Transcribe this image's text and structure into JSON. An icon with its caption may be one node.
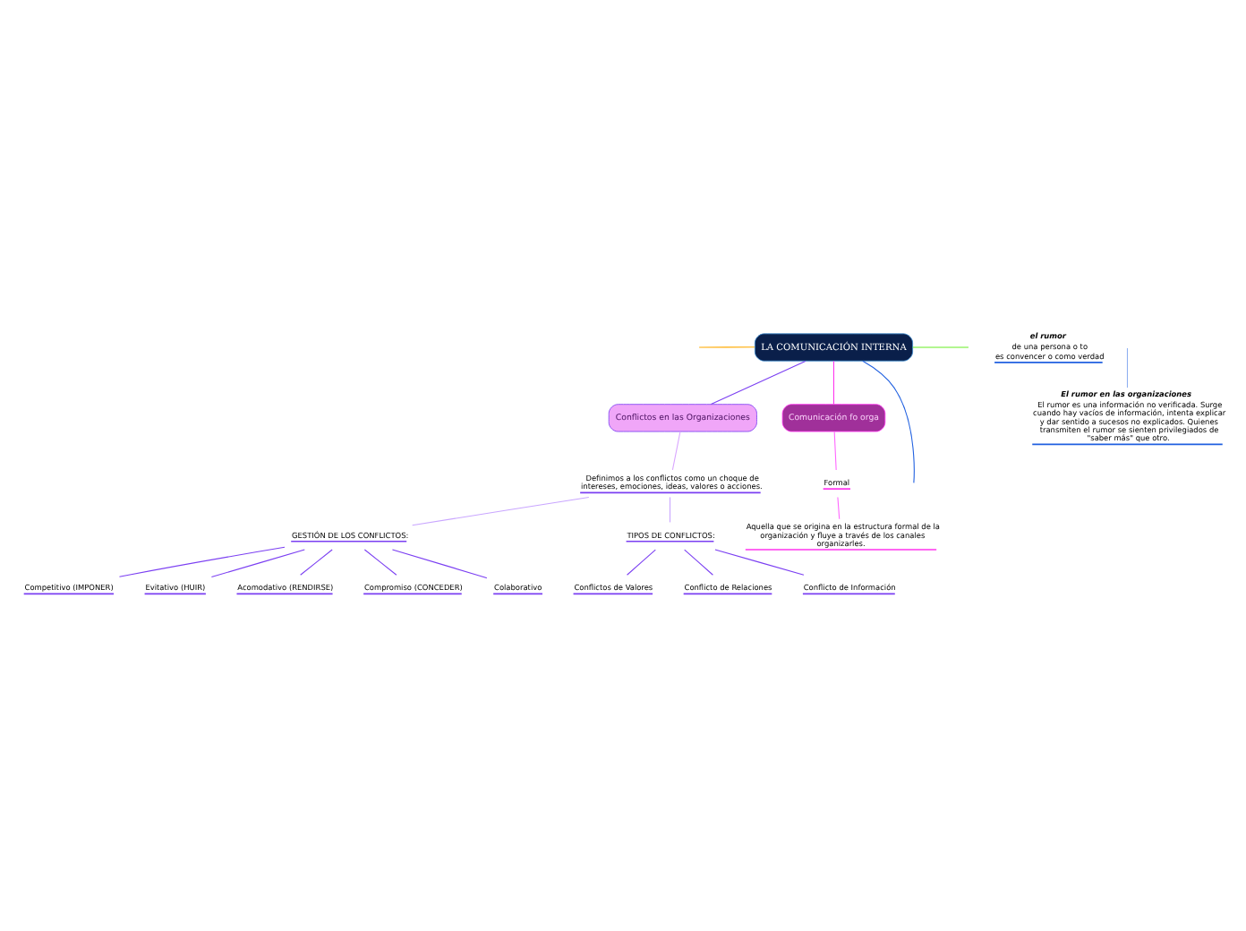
{
  "diagram": {
    "nodes": [
      {
        "text": [
          "LA COMUNICACIÓN INTERNA"
        ]
      },
      {
        "text": [
          "Conflictos en las Organizaciones"
        ]
      },
      {
        "text": [
          "Definimos a los conflictos como un choque de intereses, emociones, ideas, valores o acciones."
        ]
      },
      {
        "text": [
          "GESTIÓN DE LOS CONFLICTOS:"
        ]
      },
      {
        "text": [
          "TIPOS DE CONFLICTOS:"
        ]
      },
      {
        "text": [
          "Competitivo (IMPONER)"
        ]
      },
      {
        "text": [
          "Evitativo (HUIR)"
        ]
      },
      {
        "text": [
          "Acomodativo (RENDIRSE)"
        ]
      },
      {
        "text": [
          "Compromiso (CONCEDER)"
        ]
      },
      {
        "text": [
          "Colaborativo"
        ]
      },
      {
        "text": [
          "Conflictos de Valores"
        ]
      },
      {
        "text": [
          "Conflicto de Relaciones"
        ]
      },
      {
        "text": [
          "Conflicto de Información"
        ]
      },
      {
        "text": [
          "el rumor",
          "de una persona o to",
          "es convencer o como verdad"
        ]
      },
      {
        "text": [
          "El rumor en las organizaciones",
          "El rumor es una información no verificada. Surge cuando hay vacíos de información, intenta explicar y dar sentido a sucesos no explicados. Quienes transmiten el rumor se sienten privilegiados de \"saber más\" que otro."
        ]
      },
      {
        "text": [
          "Comunicación fo orga"
        ]
      },
      {
        "text": [
          "Formal"
        ]
      },
      {
        "text": [
          "Aquella que se origina en la estructura formal de la organización y fluye a través de los canales organizarles."
        ]
      }
    ],
    "edges": [
      {
        "from": 0,
        "to": 1,
        "arrow": "none"
      },
      {
        "from": 1,
        "to": 2,
        "arrow": "none",
        "color": "#d9a6ff"
      },
      {
        "from": 2,
        "to": 3,
        "arrow": "none",
        "color": "#c9a6ff"
      },
      {
        "from": 2,
        "to": 4,
        "arrow": "none",
        "color": "#c9a6ff"
      },
      {
        "from": 3,
        "to": 5,
        "arrow": "none"
      },
      {
        "from": 3,
        "to": 6,
        "arrow": "none"
      },
      {
        "from": 3,
        "to": 7,
        "arrow": "none"
      },
      {
        "from": 3,
        "to": 8,
        "arrow": "none"
      },
      {
        "from": 3,
        "to": 9,
        "arrow": "none"
      },
      {
        "from": 4,
        "to": 10,
        "arrow": "none"
      },
      {
        "from": 4,
        "to": 11,
        "arrow": "none"
      },
      {
        "from": 4,
        "to": 12,
        "arrow": "none"
      },
      {
        "from": 0,
        "to": null,
        "arrow": "none",
        "color": "#2060e0"
      },
      {
        "from": null,
        "to": 14,
        "arrow": "none",
        "color": "#8fb0f0"
      },
      {
        "from": 0,
        "to": 15,
        "arrow": "none",
        "color": "#ff33ee"
      },
      {
        "from": 0,
        "to": null,
        "arrow": "none",
        "color": "#66ee22"
      },
      {
        "from": 0,
        "to": null,
        "arrow": "none",
        "color": "#ffaa00"
      },
      {
        "from": 15,
        "to": 16,
        "arrow": "none",
        "color": "#ff66ff"
      },
      {
        "from": 16,
        "to": 17,
        "arrow": "none",
        "color": "#ff66ff"
      }
    ]
  }
}
